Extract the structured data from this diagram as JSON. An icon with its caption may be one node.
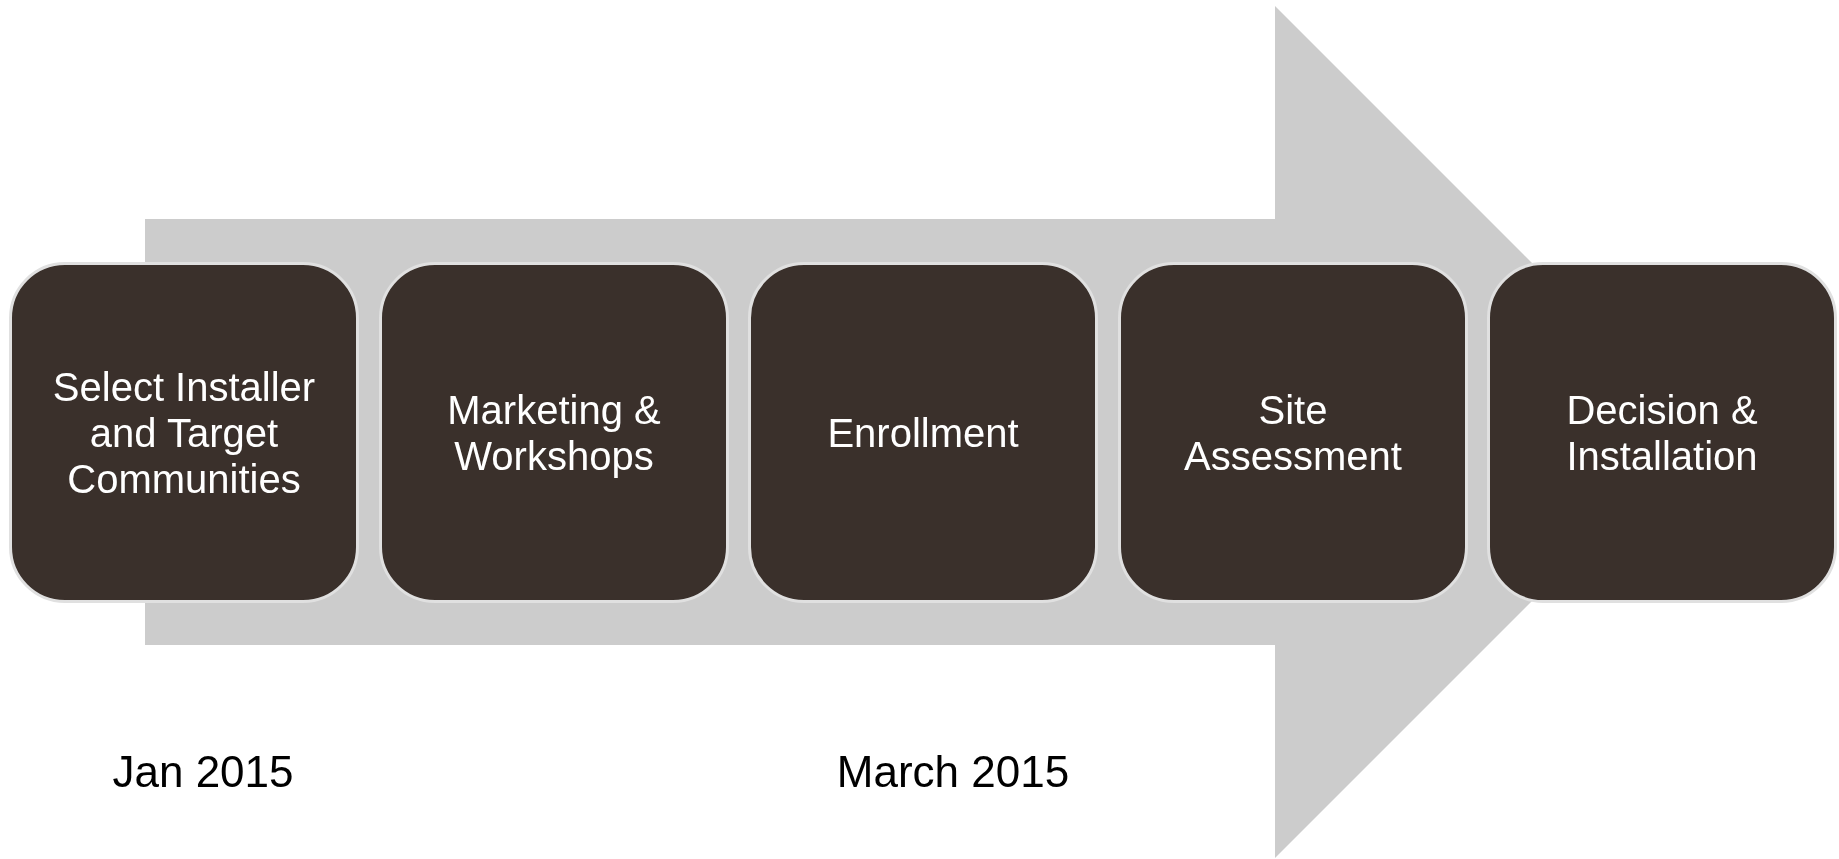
{
  "diagram": {
    "nodes": [
      {
        "text": [
          "Select Installer and Target Communities"
        ]
      },
      {
        "text": [
          "Marketing & Workshops"
        ]
      },
      {
        "text": [
          "Enrollment"
        ]
      },
      {
        "text": [
          "Site Assessment"
        ]
      },
      {
        "text": [
          "Decision & Installation"
        ]
      }
    ],
    "edges": [
      {
        "from": 0,
        "to": 4,
        "arrow": "to"
      }
    ],
    "labels": [
      "Jan 2015",
      "March 2015"
    ]
  }
}
